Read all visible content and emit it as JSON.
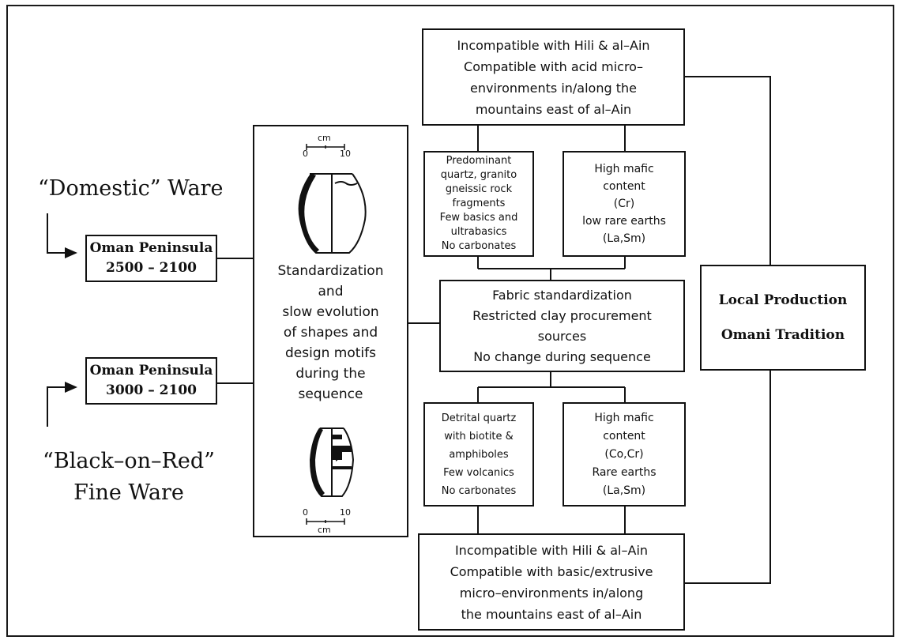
{
  "left_labels": {
    "domestic_ware": "“Domestic” Ware",
    "black_on_red": [
      "“Black–on–Red”",
      "Fine Ware"
    ]
  },
  "oman_boxes": {
    "upper": [
      "Oman Peninsula",
      "2500 – 2100"
    ],
    "lower": [
      "Oman Peninsula",
      "3000 – 2100"
    ]
  },
  "standardization_box": {
    "scale_top": {
      "unit": "cm",
      "min": "0",
      "max": "10"
    },
    "text": [
      "Standardization",
      "and",
      "slow evolution",
      "of shapes and",
      "design motifs",
      "during the",
      "sequence"
    ],
    "scale_bottom": {
      "unit": "cm",
      "min": "0",
      "max": "10"
    }
  },
  "top_box": [
    "Incompatible with Hili & al–Ain",
    "Compatible with acid micro–",
    "environments in/along the",
    "mountains east of al–Ain"
  ],
  "upper_left_box": [
    "Predominant",
    "quartz, granito",
    "gneissic rock",
    "fragments",
    "Few basics and",
    "ultrabasics",
    "No carbonates"
  ],
  "upper_right_box": [
    "High mafic",
    "content",
    "(Cr)",
    "low rare earths",
    "(La,Sm)"
  ],
  "fabric_box": [
    "Fabric standardization",
    "Restricted clay procurement",
    "sources",
    "No change during sequence"
  ],
  "lower_left_box": [
    "Detrital quartz",
    "with biotite &",
    "amphiboles",
    "Few volcanics",
    "No carbonates"
  ],
  "lower_right_box": [
    "High mafic",
    "content",
    "(Co,Cr)",
    "Rare earths",
    "(La,Sm)"
  ],
  "bottom_box": [
    "Incompatible with Hili & al–Ain",
    "Compatible with basic/extrusive",
    "micro–environments in/along",
    "the mountains east of al–Ain"
  ],
  "local_production_box": [
    "Local Production",
    "Omani Tradition"
  ],
  "colors": {
    "ink": "#111111",
    "background": "#ffffff"
  }
}
